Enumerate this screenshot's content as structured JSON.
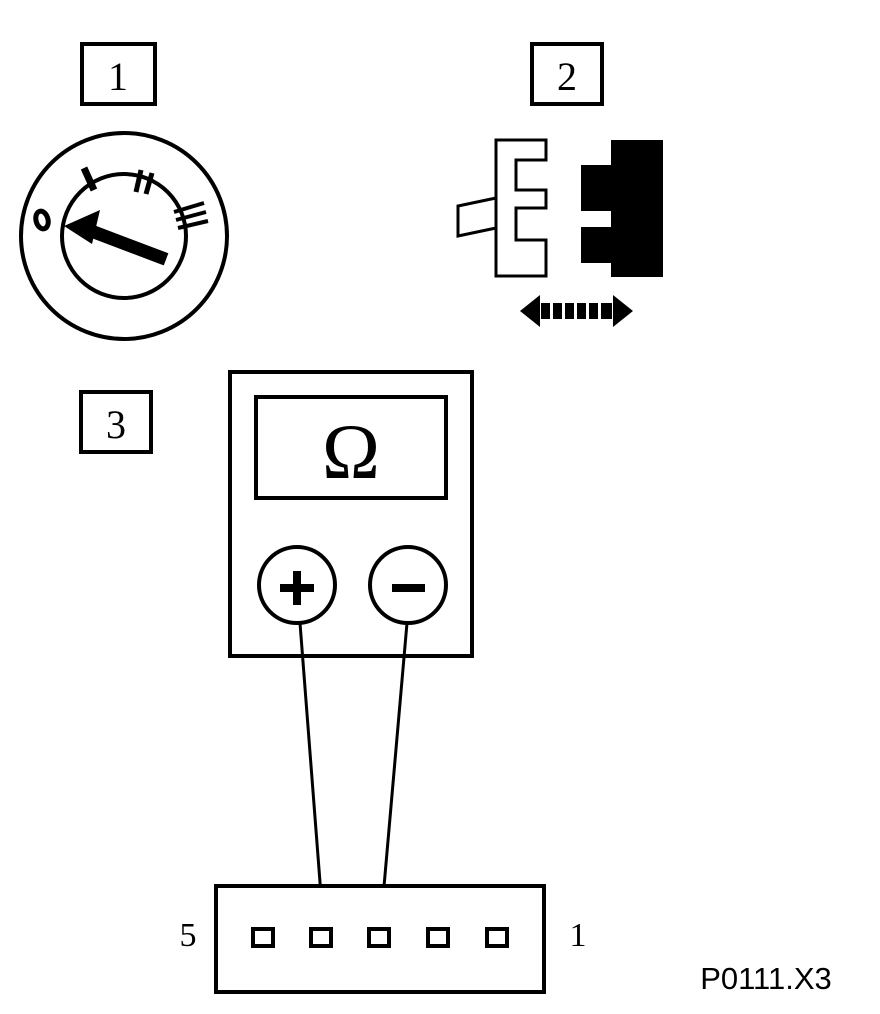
{
  "steps": {
    "step1": "1",
    "step2": "2",
    "step3": "3"
  },
  "ignition": {
    "positions": [
      "O",
      "I",
      "II",
      "III"
    ]
  },
  "meter": {
    "unit": "Ω",
    "plus": "+",
    "minus": "−"
  },
  "connector": {
    "left_pin_label": "5",
    "right_pin_label": "1",
    "pin_count": 5
  },
  "figure_code": "P0111.X3",
  "colors": {
    "ink": "#000000",
    "paper": "#ffffff"
  }
}
